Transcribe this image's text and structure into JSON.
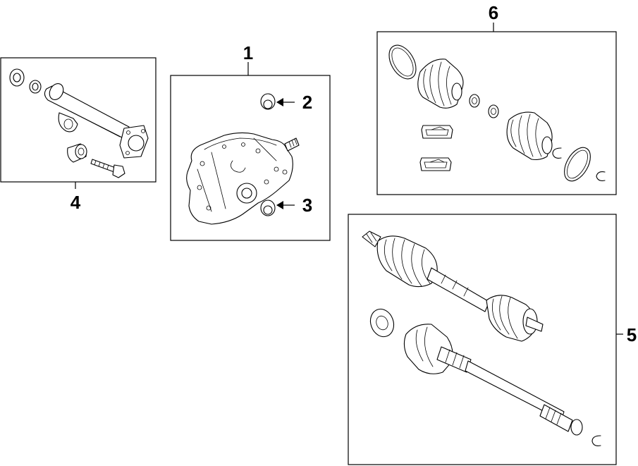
{
  "callouts": {
    "c1": "1",
    "c2": "2",
    "c3": "3",
    "c4": "4",
    "c5": "5",
    "c6": "6"
  },
  "colors": {
    "line": "#000000",
    "background": "#ffffff"
  },
  "icons": [
    "arrow-right-icon"
  ]
}
